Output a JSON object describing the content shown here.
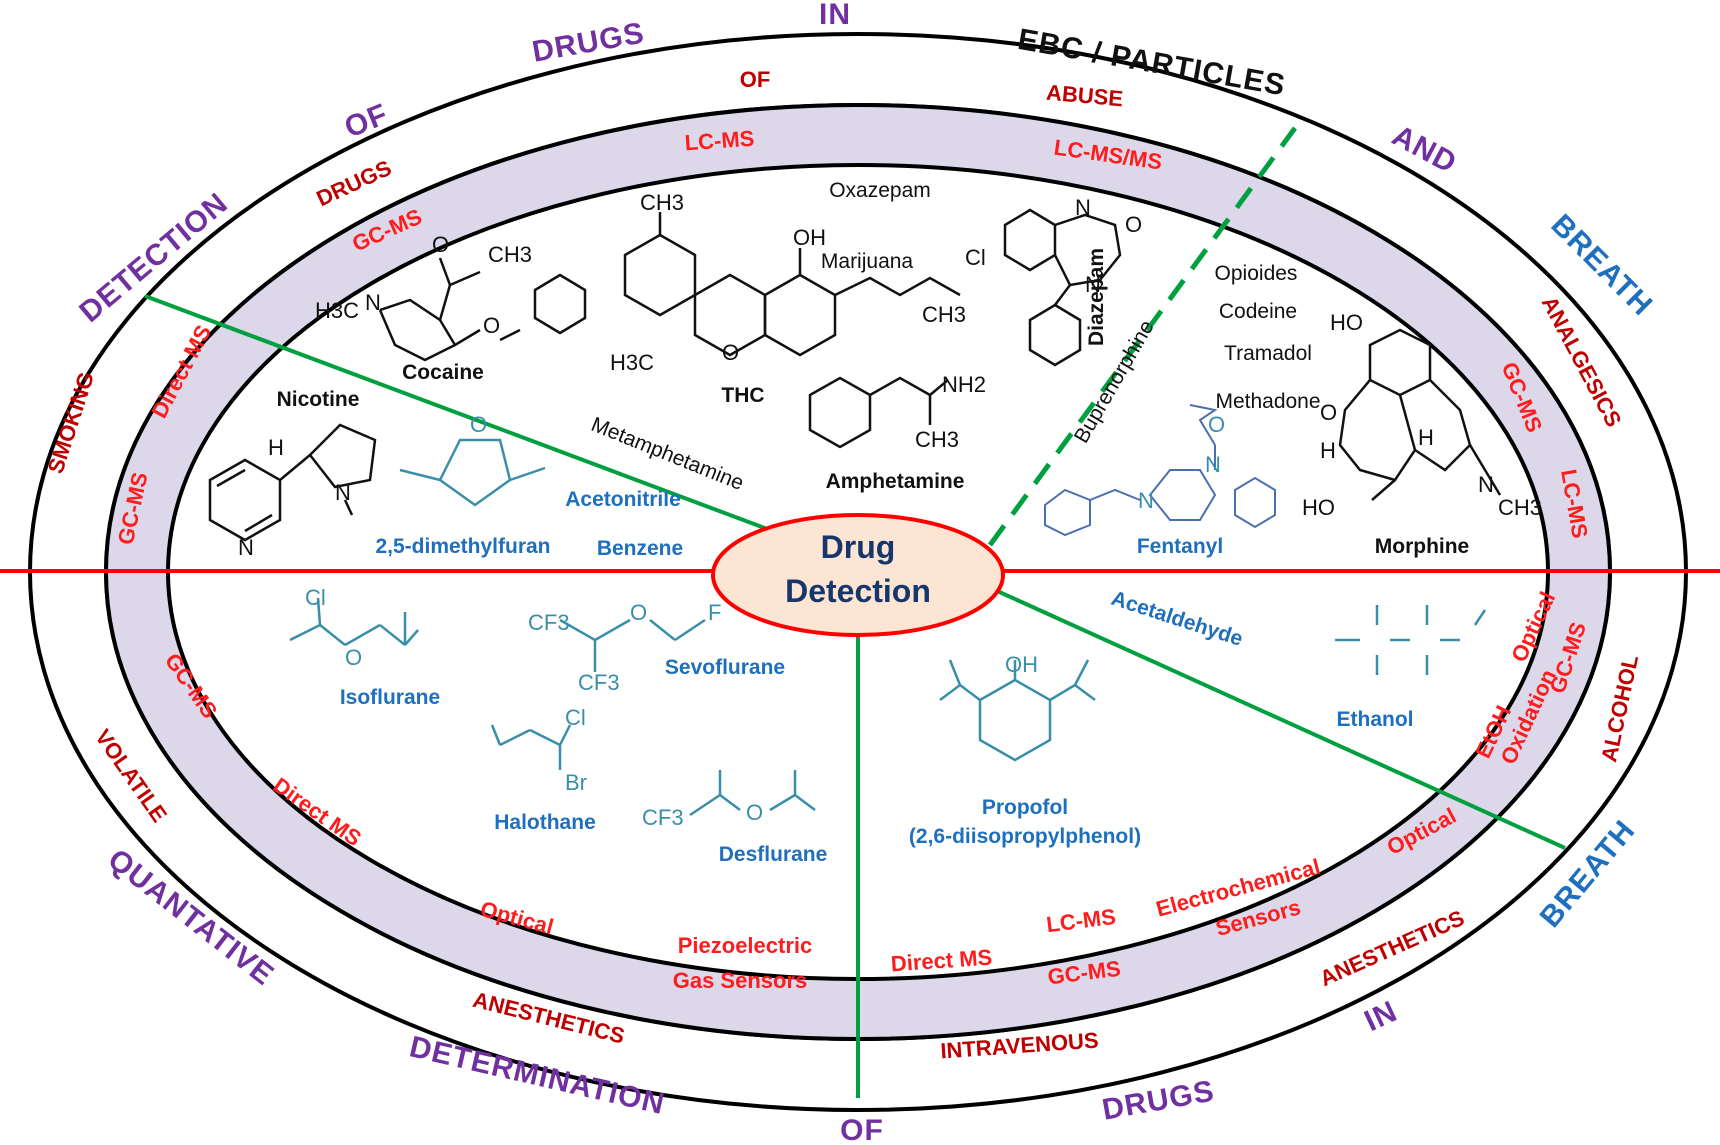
{
  "colors": {
    "purple": "#7030a0",
    "dark_red": "#c00000",
    "bright_red": "#ff1c1c",
    "blue": "#1f6fbf",
    "band": "#dcd8ea",
    "green": "#00a040",
    "red_line": "#ff0000",
    "center_fill": "#fde5d4"
  },
  "center": {
    "line1": "Drug",
    "line2": "Detection"
  },
  "outer_ring": {
    "top_left": [
      "DETECTION",
      "OF",
      "DRUGS",
      "IN"
    ],
    "top_right": "EBC / PARTICLES",
    "right": [
      "AND",
      "BREATH"
    ],
    "right_lower": "BREATH",
    "bottom_left": [
      "QUANTATIVE",
      "DETERMINATION",
      "OF"
    ],
    "bottom_right": [
      "DRUGS",
      "IN"
    ]
  },
  "middle_ring": {
    "smoking": "SMOKING",
    "drugs": "DRUGS",
    "of": "OF",
    "abuse": "ABUSE",
    "analgesics": "ANALGESICS",
    "alcohol": "ALCOHOL",
    "volatile": "VOLATILE",
    "anesthetics_left": "ANESTHETICS",
    "intravenous": "INTRAVENOUS",
    "anesthetics_right": "ANESTHETICS"
  },
  "band": {
    "gcms_top": "GC-MS",
    "lcms_top": "LC-MS",
    "lcmsms_top": "LC-MS/MS",
    "gcms_right": "GC-MS",
    "lcms_right": "LC-MS",
    "directms_left": "Direct MS",
    "gcms_left": "GC-MS",
    "optical_right": "Optical",
    "gcms_right2": "GC-MS",
    "etoh": "EtOH",
    "oxidation": "Oxidation",
    "gcms_lower_left": "GC-MS",
    "directms_lower_left": "Direct MS",
    "optical_lower": "Optical",
    "piezo_1": "Piezoelectric",
    "piezo_2": "Gas Sensors",
    "directms_lower": "Direct MS",
    "lcms_lower": "LC-MS",
    "gcms_lower": "GC-MS",
    "electro_1": "Electrochemical",
    "electro_2": "Sensors",
    "optical_lower_right": "Optical"
  },
  "compounds": {
    "nicotine": "Nicotine",
    "cocaine": "Cocaine",
    "thc": "THC",
    "oxazepam": "Oxazepam",
    "marijuana": "Marijuana",
    "metamphetamine": "Metamphetamine",
    "amphetamine": "Amphetamine",
    "diazepam": "Diazepam",
    "buprenorphine": "Buprenorphine",
    "opioides": "Opioides",
    "codeine": "Codeine",
    "tramadol": "Tramadol",
    "methadone": "Methadone",
    "morphine": "Morphine",
    "fentanyl": "Fentanyl",
    "dimethylfuran": "2,5-dimethylfuran",
    "acetonitrile": "Acetonitrile",
    "benzene": "Benzene",
    "isoflurane": "Isoflurane",
    "sevoflurane": "Sevoflurane",
    "halothane": "Halothane",
    "desflurane": "Desflurane",
    "propofol_1": "Propofol",
    "propofol_2": "(2,6-diisopropylphenol)",
    "acetaldehyde": "Acetaldehyde",
    "ethanol": "Ethanol"
  },
  "atoms": {
    "ch3": "CH3",
    "oh": "OH",
    "h": "H",
    "o": "O",
    "n": "N",
    "nh2": "NH2",
    "cl": "Cl",
    "f": "F",
    "br": "Br",
    "cf3": "CF3",
    "h3c": "H3C",
    "ho": "HO",
    "me": "CH3"
  }
}
